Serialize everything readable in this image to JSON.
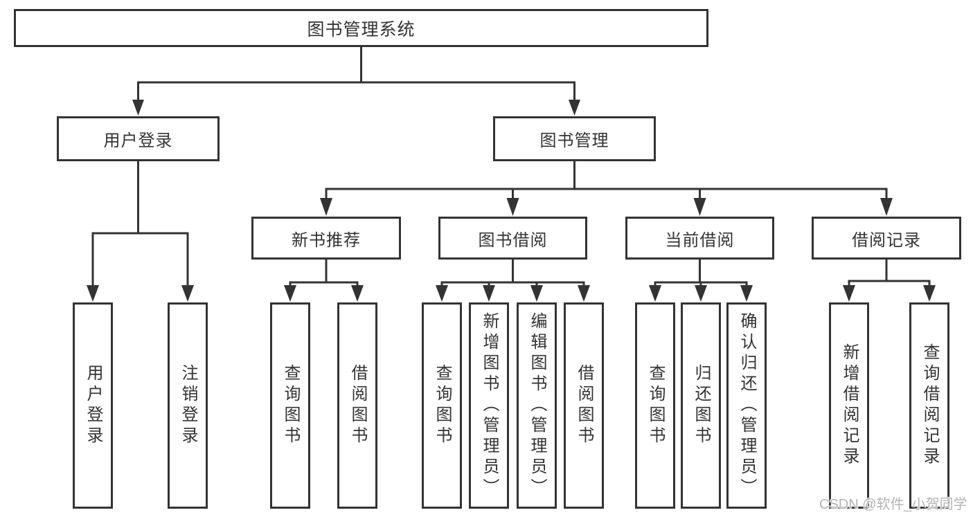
{
  "colors": {
    "line": "#333333",
    "box_border": "#333333",
    "text": "#333333",
    "background": "#ffffff",
    "watermark_text": "#b4b4b4"
  },
  "watermark": "CSDN @软件_小贺同学",
  "tree": {
    "label": "图书管理系统",
    "children": [
      {
        "label": "用户登录",
        "children": [
          {
            "label": "用户登录"
          },
          {
            "label": "注销登录"
          }
        ]
      },
      {
        "label": "图书管理",
        "children": [
          {
            "label": "新书推荐",
            "children": [
              {
                "label": "查询图书"
              },
              {
                "label": "借阅图书"
              }
            ]
          },
          {
            "label": "图书借阅",
            "children": [
              {
                "label": "查询图书"
              },
              {
                "label": "新增图书（管理员）"
              },
              {
                "label": "编辑图书（管理员）"
              },
              {
                "label": "借阅图书"
              }
            ]
          },
          {
            "label": "当前借阅",
            "children": [
              {
                "label": "查询图书"
              },
              {
                "label": "归还图书"
              },
              {
                "label": "确认归还（管理员）"
              }
            ]
          },
          {
            "label": "借阅记录",
            "children": [
              {
                "label": "新增借阅记录"
              },
              {
                "label": "查询借阅记录"
              }
            ]
          }
        ]
      }
    ]
  }
}
